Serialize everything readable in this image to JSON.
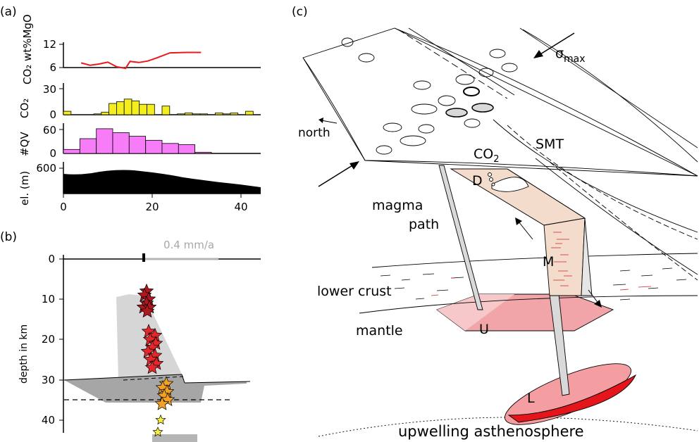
{
  "panels": {
    "a": "(a)",
    "b": "(b)",
    "c": "(c)"
  },
  "panel_a": {
    "co2_ylabel": "CO₂ wt%MgO",
    "co2_ticks": [
      "12",
      "6"
    ],
    "co2_line_color": "#e8191b",
    "co2_line": {
      "x": [
        4,
        6,
        8,
        10,
        12,
        14,
        15,
        17,
        19,
        21,
        24,
        28,
        31
      ],
      "y": [
        7.2,
        6.6,
        6.9,
        7.4,
        6.2,
        5.8,
        7.6,
        7.3,
        7.7,
        8.5,
        9.8,
        9.9,
        9.9
      ]
    },
    "bars_ylabel": "CO₂",
    "bars_ticks": [
      "30",
      "0"
    ],
    "bars_color": "#f4ee1c",
    "bars": [
      4,
      0,
      0,
      0,
      1,
      3,
      13,
      15,
      18,
      16,
      12,
      12,
      0,
      10,
      0,
      1,
      2,
      1,
      1,
      0,
      2,
      1,
      2,
      0,
      4,
      0
    ],
    "qv_ylabel": "#QV",
    "qv_ticks": [
      "60",
      "0"
    ],
    "qv_color": "#f77cf7",
    "qv": [
      10,
      37,
      62,
      52,
      43,
      33,
      25,
      22,
      3,
      0,
      0,
      0
    ],
    "el_ylabel": "el. (m)",
    "el_tick": "600",
    "x_ticks": [
      "0",
      "20",
      "40"
    ]
  },
  "panel_b": {
    "ylabel": "depth in km",
    "y_ticks": [
      "0",
      "10",
      "20",
      "30",
      "40"
    ],
    "rate_label": "0.4 mm/a",
    "star_colors": {
      "shallow": "#b0171f",
      "mid": "#e3282c",
      "deep": "#f2a125",
      "deepest": "#f6f03a"
    },
    "quakes_shallow": [
      [
        0,
        8
      ],
      [
        -3,
        9
      ],
      [
        3,
        10
      ],
      [
        0,
        11
      ],
      [
        -4,
        12
      ],
      [
        4,
        12
      ],
      [
        1,
        13
      ]
    ],
    "quakes_mid": [
      [
        -5,
        18
      ],
      [
        4,
        19
      ],
      [
        -3,
        20
      ],
      [
        5,
        21
      ],
      [
        0,
        22
      ],
      [
        -6,
        23
      ],
      [
        4,
        24
      ],
      [
        -2,
        25
      ],
      [
        6,
        26
      ],
      [
        0,
        27
      ]
    ],
    "quakes_deep": [
      [
        2,
        31
      ],
      [
        -3,
        32
      ],
      [
        3,
        33
      ],
      [
        -1,
        34
      ],
      [
        4,
        35
      ],
      [
        -4,
        36
      ]
    ],
    "quakes_deepest": [
      [
        1,
        39
      ],
      [
        -2,
        42
      ]
    ]
  },
  "panel_c": {
    "labels": {
      "north": "north",
      "sigma": "σ",
      "sigma_sub": "max",
      "smt": "SMT",
      "co2": "CO",
      "co2_sub": "2",
      "d": "D",
      "magma_path": [
        "magma",
        "path"
      ],
      "m": "M",
      "lower_crust": "lower crust",
      "mantle": "mantle",
      "u": "U",
      "l": "L",
      "asthenosphere": "upwelling asthenosphere"
    },
    "colors": {
      "dike": "#f3dccb",
      "mantle": "#f2a5a8",
      "lens": "#e5161b",
      "lens_body": "#f59ea1",
      "vents": "#d9d9d9"
    }
  }
}
